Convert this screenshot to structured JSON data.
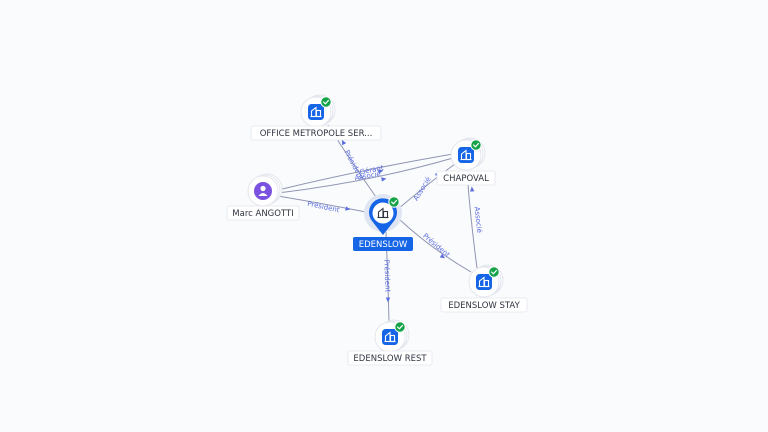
{
  "nodes": [
    {
      "id": "office",
      "label": "OFFICE METROPOLE SER...",
      "kind": "company",
      "verified": true
    },
    {
      "id": "chapoval",
      "label": "CHAPOVAL",
      "kind": "company",
      "verified": true
    },
    {
      "id": "marc",
      "label": "Marc ANGOTTI",
      "kind": "person",
      "verified": false
    },
    {
      "id": "edenslow",
      "label": "EDENSLOW",
      "kind": "company",
      "verified": true,
      "focus": true
    },
    {
      "id": "stay",
      "label": "EDENSLOW STAY",
      "kind": "company",
      "verified": true
    },
    {
      "id": "rest",
      "label": "EDENSLOW REST",
      "kind": "company",
      "verified": true
    }
  ],
  "edges": [
    {
      "from": "edenslow",
      "to": "office",
      "label": "Président"
    },
    {
      "from": "marc",
      "to": "chapoval",
      "label": "Gérant"
    },
    {
      "from": "marc",
      "to": "chapoval",
      "label": "Associé"
    },
    {
      "from": "marc",
      "to": "edenslow",
      "label": "Président"
    },
    {
      "from": "edenslow",
      "to": "chapoval",
      "label": "Associé"
    },
    {
      "from": "edenslow",
      "to": "stay",
      "label": "Président"
    },
    {
      "from": "stay",
      "to": "chapoval",
      "label": "Associé"
    },
    {
      "from": "edenslow",
      "to": "rest",
      "label": "Président"
    }
  ],
  "colors": {
    "company": "#1565e6",
    "person": "#7b52e0",
    "verified": "#15a34a",
    "edge_label": "#5b6ee0"
  }
}
